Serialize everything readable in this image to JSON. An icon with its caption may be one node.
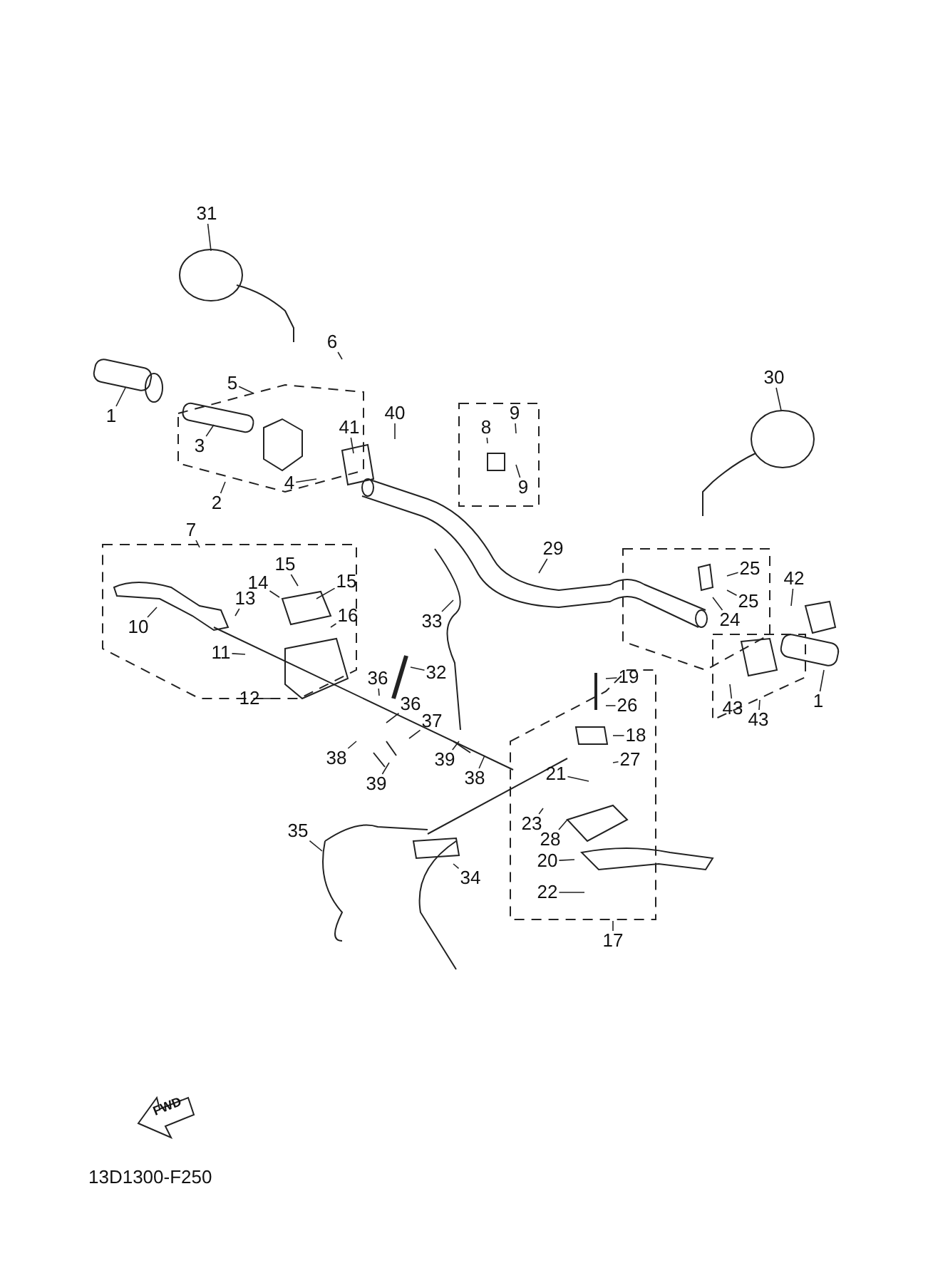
{
  "diagram": {
    "nodes": [
      {
        "text": [
          "31"
        ]
      },
      {
        "text": [
          "6"
        ]
      },
      {
        "text": [
          "5"
        ]
      },
      {
        "text": [
          "1"
        ]
      },
      {
        "text": [
          "40"
        ]
      },
      {
        "text": [
          "41"
        ]
      },
      {
        "text": [
          "8"
        ]
      },
      {
        "text": [
          "9"
        ]
      },
      {
        "text": [
          "3"
        ]
      },
      {
        "text": [
          "4"
        ]
      },
      {
        "text": [
          "9"
        ]
      },
      {
        "text": [
          "2"
        ]
      },
      {
        "text": [
          "30"
        ]
      },
      {
        "text": [
          "7"
        ]
      },
      {
        "text": [
          "29"
        ]
      },
      {
        "text": [
          "42"
        ]
      },
      {
        "text": [
          "15"
        ]
      },
      {
        "text": [
          "15"
        ]
      },
      {
        "text": [
          "14"
        ]
      },
      {
        "text": [
          "13"
        ]
      },
      {
        "text": [
          "16"
        ]
      },
      {
        "text": [
          "25"
        ]
      },
      {
        "text": [
          "25"
        ]
      },
      {
        "text": [
          "24"
        ]
      },
      {
        "text": [
          "10"
        ]
      },
      {
        "text": [
          "11"
        ]
      },
      {
        "text": [
          "33"
        ]
      },
      {
        "text": [
          "1"
        ]
      },
      {
        "text": [
          "43"
        ]
      },
      {
        "text": [
          "43"
        ]
      },
      {
        "text": [
          "19"
        ]
      },
      {
        "text": [
          "36"
        ]
      },
      {
        "text": [
          "32"
        ]
      },
      {
        "text": [
          "12"
        ]
      },
      {
        "text": [
          "26"
        ]
      },
      {
        "text": [
          "36"
        ]
      },
      {
        "text": [
          "37"
        ]
      },
      {
        "text": [
          "18"
        ]
      },
      {
        "text": [
          "38"
        ]
      },
      {
        "text": [
          "39"
        ]
      },
      {
        "text": [
          "38"
        ]
      },
      {
        "text": [
          "27"
        ]
      },
      {
        "text": [
          "21"
        ]
      },
      {
        "text": [
          "39"
        ]
      },
      {
        "text": [
          "23"
        ]
      },
      {
        "text": [
          "28"
        ]
      },
      {
        "text": [
          "35"
        ]
      },
      {
        "text": [
          "20"
        ]
      },
      {
        "text": [
          "34"
        ]
      },
      {
        "text": [
          "22"
        ]
      },
      {
        "text": [
          "17"
        ]
      }
    ],
    "edges": [
      {
        "from": 0,
        "to": null,
        "arrow": "none"
      },
      {
        "from": 1,
        "to": null,
        "arrow": "none"
      },
      {
        "from": 2,
        "to": null,
        "arrow": "none"
      },
      {
        "from": 3,
        "to": null,
        "arrow": "none"
      },
      {
        "from": 4,
        "to": null,
        "arrow": "none"
      },
      {
        "from": 5,
        "to": null,
        "arrow": "none"
      },
      {
        "from": 6,
        "to": null,
        "arrow": "none"
      },
      {
        "from": 7,
        "to": null,
        "arrow": "none"
      },
      {
        "from": 8,
        "to": null,
        "arrow": "none"
      },
      {
        "from": 9,
        "to": null,
        "arrow": "none"
      },
      {
        "from": 10,
        "to": null,
        "arrow": "none"
      },
      {
        "from": 11,
        "to": null,
        "arrow": "none"
      },
      {
        "from": 12,
        "to": null,
        "arrow": "none"
      },
      {
        "from": 13,
        "to": null,
        "arrow": "none"
      },
      {
        "from": 14,
        "to": null,
        "arrow": "none"
      },
      {
        "from": 15,
        "to": null,
        "arrow": "none"
      },
      {
        "from": 16,
        "to": null,
        "arrow": "none"
      },
      {
        "from": 17,
        "to": null,
        "arrow": "none"
      },
      {
        "from": 18,
        "to": null,
        "arrow": "none"
      },
      {
        "from": 19,
        "to": null,
        "arrow": "none"
      },
      {
        "from": 20,
        "to": null,
        "arrow": "none"
      },
      {
        "from": 21,
        "to": null,
        "arrow": "none"
      },
      {
        "from": 22,
        "to": null,
        "arrow": "none"
      },
      {
        "from": 23,
        "to": null,
        "arrow": "none"
      },
      {
        "from": 24,
        "to": null,
        "arrow": "none"
      },
      {
        "from": 25,
        "to": null,
        "arrow": "none"
      },
      {
        "from": 26,
        "to": null,
        "arrow": "none"
      },
      {
        "from": 27,
        "to": null,
        "arrow": "none"
      },
      {
        "from": 28,
        "to": null,
        "arrow": "none"
      },
      {
        "from": 29,
        "to": null,
        "arrow": "none"
      },
      {
        "from": 30,
        "to": null,
        "arrow": "none"
      },
      {
        "from": 31,
        "to": null,
        "arrow": "none"
      },
      {
        "from": 32,
        "to": null,
        "arrow": "none"
      },
      {
        "from": 33,
        "to": null,
        "arrow": "none"
      },
      {
        "from": 34,
        "to": null,
        "arrow": "none"
      },
      {
        "from": 35,
        "to": null,
        "arrow": "none"
      },
      {
        "from": 36,
        "to": null,
        "arrow": "none"
      },
      {
        "from": 37,
        "to": null,
        "arrow": "none"
      },
      {
        "from": 38,
        "to": null,
        "arrow": "none"
      },
      {
        "from": 39,
        "to": null,
        "arrow": "none"
      },
      {
        "from": 40,
        "to": null,
        "arrow": "none"
      },
      {
        "from": 41,
        "to": null,
        "arrow": "none"
      },
      {
        "from": 42,
        "to": null,
        "arrow": "none"
      },
      {
        "from": 43,
        "to": null,
        "arrow": "none"
      },
      {
        "from": 44,
        "to": null,
        "arrow": "none"
      },
      {
        "from": 45,
        "to": null,
        "arrow": "none"
      },
      {
        "from": 46,
        "to": null,
        "arrow": "none"
      },
      {
        "from": 47,
        "to": null,
        "arrow": "none"
      },
      {
        "from": 48,
        "to": null,
        "arrow": "none"
      },
      {
        "from": 49,
        "to": null,
        "arrow": "none"
      },
      {
        "from": 50,
        "to": null,
        "arrow": "none"
      }
    ],
    "labels": [
      "FWD",
      "13D1300-F250"
    ]
  }
}
